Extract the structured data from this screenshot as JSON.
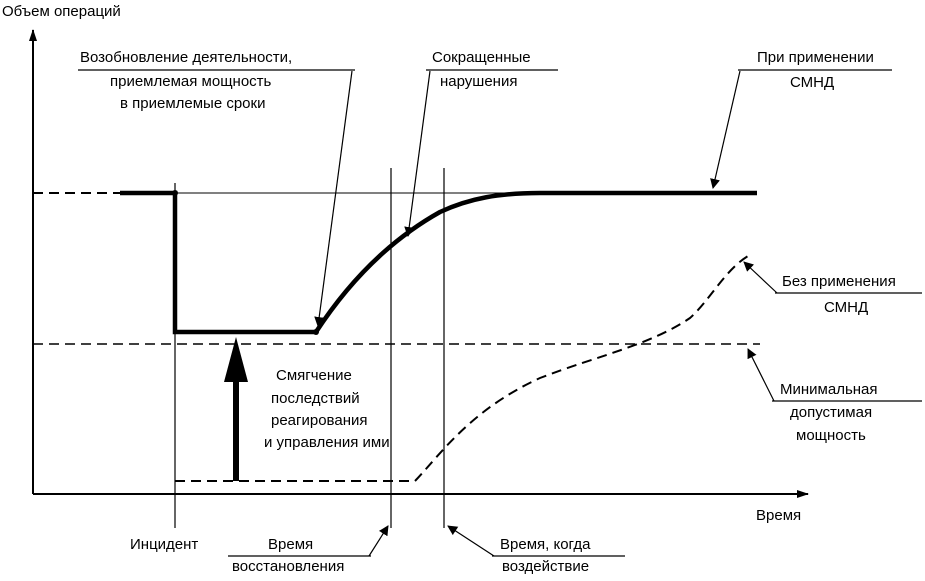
{
  "axes": {
    "y_label": "Объем операций",
    "x_label": "Время"
  },
  "labels": {
    "resumption": [
      "Возобновление деятельности,",
      "приемлемая мощность",
      "в приемлемые сроки"
    ],
    "reduced": [
      "Сокращенные",
      "нарушения"
    ],
    "with_smnd": [
      "При применении",
      "СМНД"
    ],
    "without_smnd": [
      "Без применения",
      "СМНД"
    ],
    "min_capacity": [
      "Минимальная",
      "допустимая",
      "мощность"
    ],
    "mitigation": [
      "Смягчение",
      "последствий",
      "реагирования",
      "и управления ими"
    ],
    "incident": "Инцидент",
    "recovery_time": [
      "Время",
      "восстановления"
    ],
    "impact_time": [
      "Время, когда",
      "воздействие"
    ]
  },
  "colors": {
    "ink": "#000000",
    "background": "#ffffff"
  }
}
